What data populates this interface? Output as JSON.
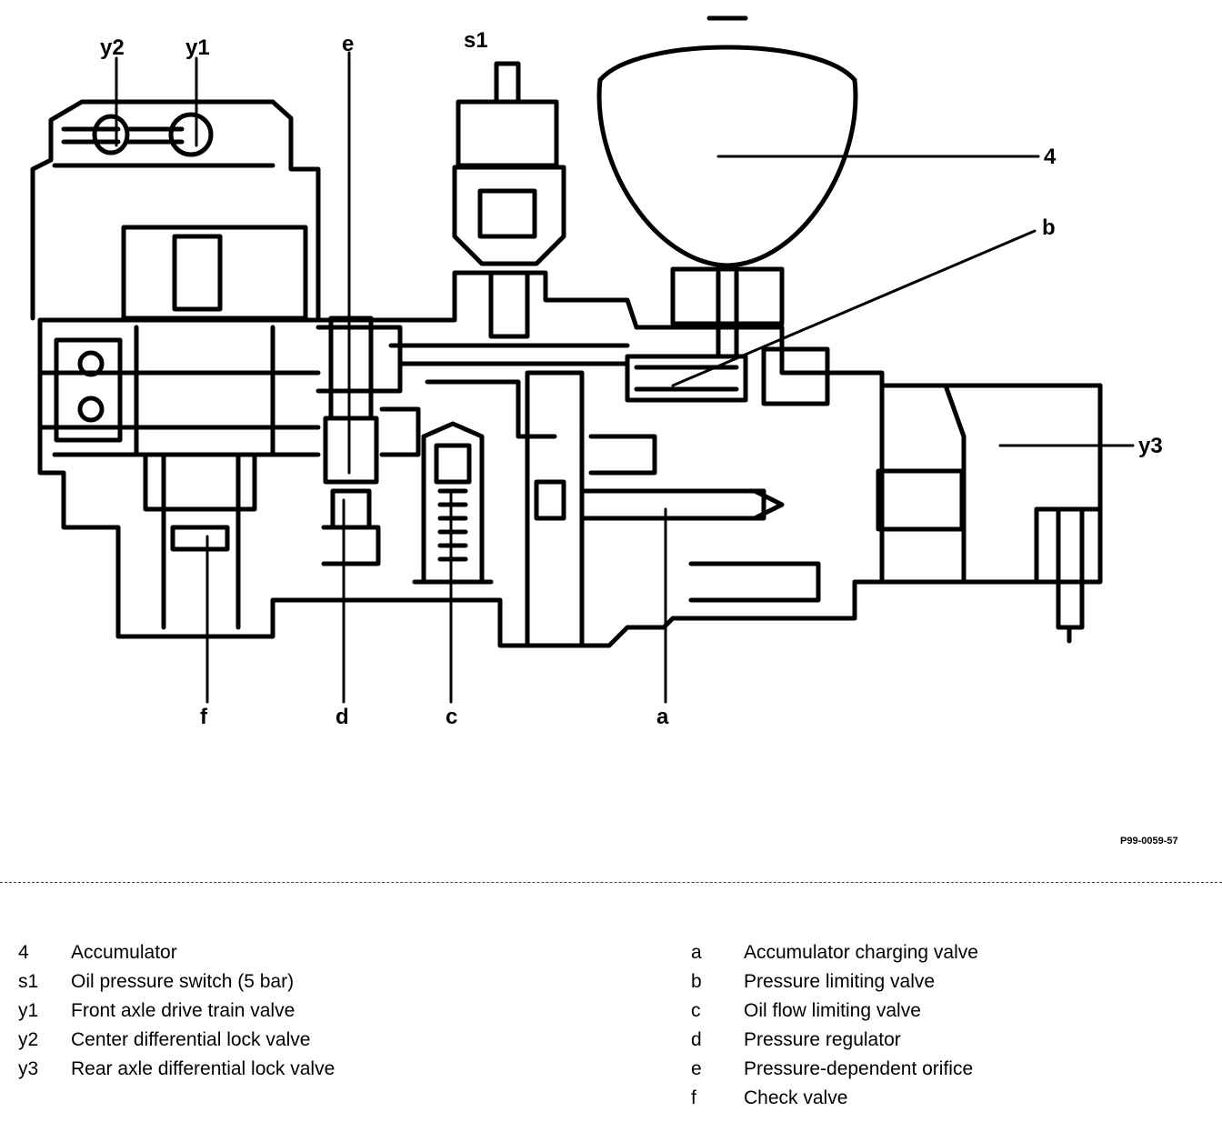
{
  "diagram": {
    "callouts": {
      "y2": "y2",
      "y1": "y1",
      "e": "e",
      "s1": "s1",
      "four": "4",
      "b": "b",
      "y3": "y3",
      "f": "f",
      "d": "d",
      "c": "c",
      "a": "a"
    },
    "figure_ref": "P99-0059-57"
  },
  "legend": {
    "left": [
      {
        "code": "4",
        "desc": "Accumulator"
      },
      {
        "code": "s1",
        "desc": "Oil pressure switch (5 bar)"
      },
      {
        "code": "y1",
        "desc": "Front axle drive train valve"
      },
      {
        "code": "y2",
        "desc": "Center differential lock valve"
      },
      {
        "code": "y3",
        "desc": "Rear axle differential lock valve"
      }
    ],
    "right": [
      {
        "code": "a",
        "desc": "Accumulator charging valve"
      },
      {
        "code": "b",
        "desc": "Pressure limiting valve"
      },
      {
        "code": "c",
        "desc": "Oil flow limiting valve"
      },
      {
        "code": "d",
        "desc": "Pressure regulator"
      },
      {
        "code": "e",
        "desc": "Pressure-dependent orifice"
      },
      {
        "code": "f",
        "desc": "Check valve"
      }
    ]
  }
}
